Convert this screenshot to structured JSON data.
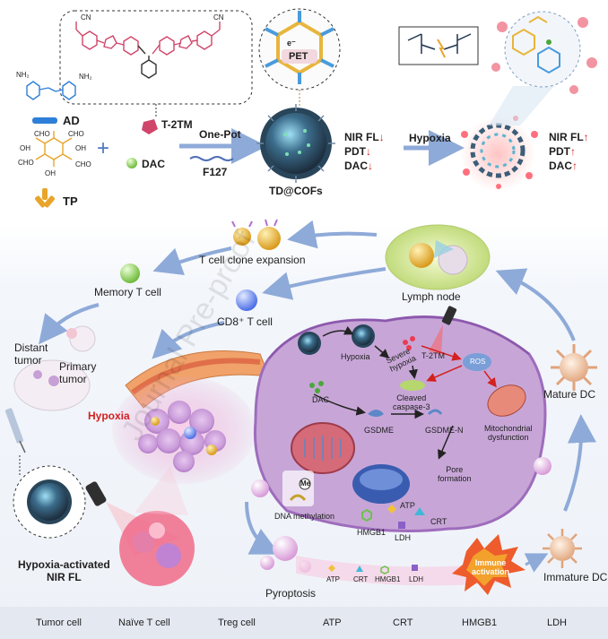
{
  "top": {
    "ad_label": "AD",
    "tp_label": "TP",
    "t2tm_label": "T-2TM",
    "dac_label": "DAC",
    "plus": "+",
    "onepot_label": "One-Pot",
    "f127_label": "F127",
    "product_label": "TD@COFs",
    "pet_label": "PET",
    "electron_label": "e⁻",
    "state1": {
      "nir": "NIR FL",
      "pdt": "PDT",
      "dac": "DAC",
      "arrow": "↓"
    },
    "hypoxia_label": "Hypoxia",
    "state2": {
      "nir": "NIR FL",
      "pdt": "PDT",
      "dac": "DAC",
      "arrow": "↑"
    },
    "nh2": "NH₂",
    "cho": "CHO",
    "oh": "OH",
    "cn": "CN"
  },
  "cycle": {
    "clone": "T cell clone expansion",
    "memory": "Memory T cell",
    "lymph": "Lymph node",
    "cd8": "CD8⁺ T cell",
    "mature_dc": "Mature DC",
    "immature_dc": "Immature DC",
    "distant_tumor": "Distant\ntumor",
    "primary_tumor": "Primary\ntumor",
    "hypoxia_tissue": "Hypoxia",
    "nirfl_caption": "Hypoxia-activated\nNIR FL",
    "pyroptosis": "Pyroptosis",
    "immune": "Immune\nactivation"
  },
  "cell": {
    "hypoxia": "Hypoxia",
    "severe": "Severe\nhypoxia",
    "t2tm": "T-2TM",
    "ros": "ROS",
    "dac": "DAC",
    "cleaved": "Cleaved\ncaspase-3",
    "mito": "Mitochondrial\ndysfunction",
    "gsdme": "GSDME",
    "gsdmen": "GSDME-N",
    "pore": "Pore\nformation",
    "dna": "DNA methylation",
    "me": "Me",
    "atp": "ATP",
    "crt": "CRT",
    "hmgb1": "HMGB1",
    "ldh": "LDH"
  },
  "release": {
    "atp": "ATP",
    "crt": "CRT",
    "hmgb1": "HMGB1",
    "ldh": "LDH"
  },
  "legend": [
    {
      "label": "Tumor cell",
      "icon": "tumor-cell-icon",
      "color": "#c86fd6"
    },
    {
      "label": "Naïve T cell",
      "icon": "naive-t-cell-icon",
      "color": "#e8b53c"
    },
    {
      "label": "Treg cell",
      "icon": "treg-cell-icon",
      "color": "#3b8fe0"
    },
    {
      "label": "ATP",
      "icon": "atp-diamond-icon",
      "color": "#f2c23a"
    },
    {
      "label": "CRT",
      "icon": "crt-triangle-icon",
      "color": "#42b7d8"
    },
    {
      "label": "HMGB1",
      "icon": "hmgb1-hexagon-icon",
      "color": "#6cc24a"
    },
    {
      "label": "LDH",
      "icon": "ldh-cube-icon",
      "color": "#8a5fc8"
    }
  ],
  "colors": {
    "red": "#d4201f",
    "arrow_blue": "#8eaad8",
    "cell_purple": "#b489c6",
    "ad_blue": "#2e7fd8",
    "tp_orange": "#e8a52a",
    "t2tm_pink": "#d0466a",
    "dac_green": "#4aa83a"
  },
  "watermark": "Journal Pre-proof"
}
